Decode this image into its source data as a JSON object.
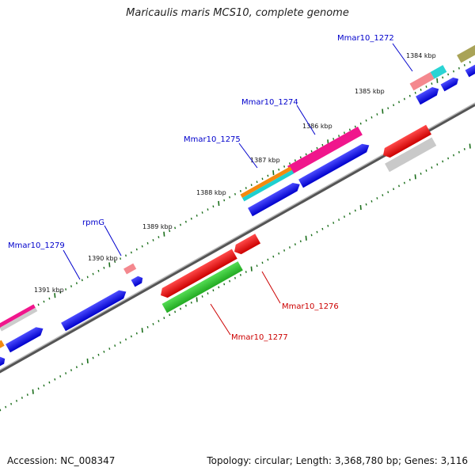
{
  "title": "Maricaulis maris MCS10, complete genome",
  "footer": {
    "accession": "Accession: NC_008347",
    "summary": "Topology: circular; Length: 3,368,780 bp; Genes: 3,116"
  },
  "colors": {
    "backbone": "#777777",
    "tick": "#1b6e1b",
    "gene_label_blue": "#0000cc",
    "gene_label_red": "#cc0000",
    "scale_label": "#111111"
  },
  "scale_labels": [
    "1384 kbp",
    "1385 kbp",
    "1386 kbp",
    "1387 kbp",
    "1388 kbp",
    "1389 kbp",
    "1390 kbp",
    "1391 kbp"
  ],
  "gene_labels": [
    "Mmar10_1272",
    "Mmar10_1274",
    "Mmar10_1275",
    "rpmG",
    "Mmar10_1279",
    "Mmar10_1276",
    "Mmar10_1277"
  ]
}
